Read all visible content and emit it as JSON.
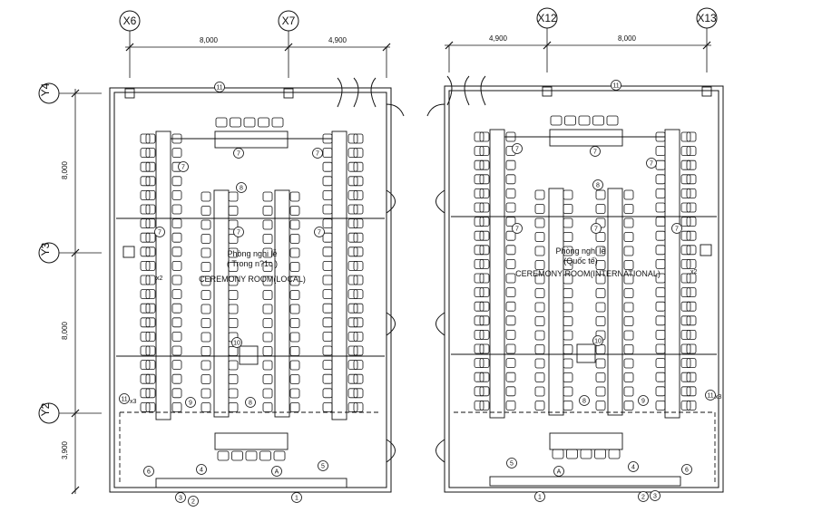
{
  "grid_axes": {
    "x": [
      "X6",
      "X7",
      "X12",
      "X13"
    ],
    "y": [
      "Y4",
      "Y3",
      "Y2"
    ]
  },
  "dimensions": {
    "left_top": [
      "8,000",
      "4,900"
    ],
    "right_top": [
      "4,900",
      "8,000"
    ],
    "left_side": [
      "8,000",
      "8,000",
      "3,900"
    ]
  },
  "rooms": {
    "local": {
      "name_vi_1": "Phòng nghi lễ",
      "name_vi_2": "( Trong n?1c )",
      "name_en": "CEREMONY ROOM(LOCAL)"
    },
    "international": {
      "name_vi_1": "Phòng nghi lễ",
      "name_vi_2": "(Quốc tế)",
      "name_en": "CEREMONY ROOM(INTERNATIONAL)"
    }
  },
  "multipliers": {
    "left_x2": "x2",
    "left_x3": "x3",
    "right_x2": "x2",
    "right_x3": "x3"
  },
  "callouts": {
    "c1": "1",
    "c2": "2",
    "c3": "3",
    "c4": "4",
    "c5": "5",
    "c6": "6",
    "c7": "7",
    "c8": "8",
    "c9": "9",
    "c10": "10",
    "c11": "11",
    "cA": "A"
  },
  "colors": {
    "line": "#111111",
    "background": "#ffffff"
  }
}
